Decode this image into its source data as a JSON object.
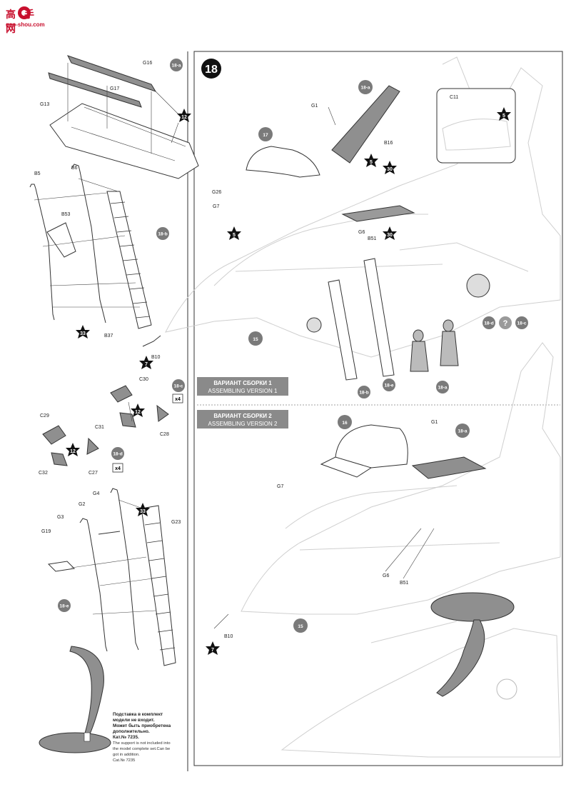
{
  "watermark": {
    "site_name": "高手网",
    "url": "gao-shou.com"
  },
  "step": {
    "number": "18"
  },
  "colors": {
    "gray_part": "#8f8f8f",
    "badge": "#7a7a7a",
    "band": "#8a8a8a",
    "star": "#111111",
    "watermark_red": "#c8102e"
  },
  "sub_steps": [
    "18-a",
    "18-b",
    "18-c",
    "18-d",
    "18-e"
  ],
  "left_column": {
    "step_18a": {
      "badge": "18-a",
      "parts": [
        "G16",
        "G17",
        "G13"
      ],
      "paint": "12"
    },
    "step_18b": {
      "badge": "18-b",
      "parts": [
        "B5",
        "B6",
        "B53",
        "B37",
        "B10"
      ],
      "paints": [
        "33",
        "7"
      ]
    },
    "step_18c": {
      "badge": "18-c",
      "parts": [
        "C30",
        "C31",
        "C28"
      ],
      "paint": "12",
      "qty": "x4"
    },
    "step_18d": {
      "badge": "18-d",
      "parts": [
        "C29",
        "C32",
        "C27"
      ],
      "paint": "12",
      "qty": "x4"
    },
    "step_18e": {
      "badge": "18-e",
      "parts": [
        "G4",
        "G2",
        "G3",
        "G19",
        "G23"
      ],
      "paint": "33"
    },
    "stand_note": {
      "ru_line1": "Подставка в комплект",
      "ru_line2": "модели не входит.",
      "ru_line3": "Может быть приобретена",
      "ru_line4": "дополнительно.",
      "ru_cat": "Кат.№ 7235.",
      "en_line1": "The support is not included into",
      "en_line2": "the model complete set.Can be",
      "en_line3": "got in addition.",
      "en_cat": "Cat.№ 7235"
    }
  },
  "version1": {
    "band_ru": "ВАРИАНТ СБОРКИ 1",
    "band_en": "ASSEMBLING VERSION 1",
    "circled_parts": [
      "17",
      "18-a",
      "15"
    ],
    "callout_parts": [
      "G1",
      "B16",
      "G26",
      "G7",
      "G6",
      "B51",
      "C11"
    ],
    "paints": [
      "5",
      "30",
      "30",
      "5",
      "5"
    ],
    "sub_badges": [
      "18-b",
      "18-e",
      "18-a",
      "18-d",
      "18-c"
    ],
    "unknown_mark": "?"
  },
  "version2": {
    "band_ru": "ВАРИАНТ СБОРКИ 2",
    "band_en": "ASSEMBLING VERSION 2",
    "circled_parts": [
      "16",
      "18-a",
      "15"
    ],
    "callout_parts": [
      "G1",
      "G7",
      "G6",
      "B51",
      "B10"
    ],
    "paint": "7"
  }
}
